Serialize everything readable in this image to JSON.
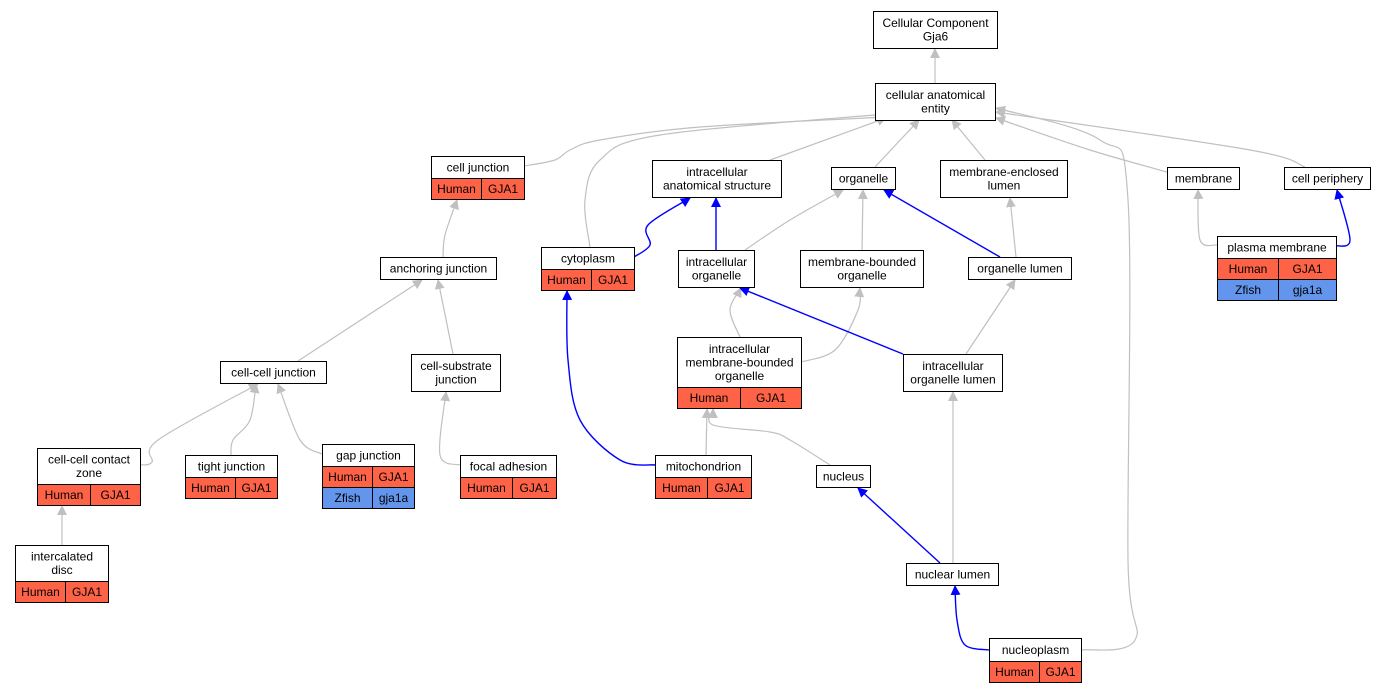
{
  "colors": {
    "human": "#ff6347",
    "zfish": "#6495ed",
    "edge_gray": "#c0c0c0",
    "edge_blue": "#0000ff",
    "node_border": "#000000"
  },
  "nodes": {
    "root": {
      "lines": [
        "Cellular Component",
        "Gja6"
      ]
    },
    "cae": {
      "lines": [
        "cellular anatomical",
        "entity"
      ]
    },
    "cell_junction": {
      "lines": [
        "cell junction"
      ],
      "rows": [
        [
          "Human",
          "GJA1"
        ]
      ]
    },
    "intracellular_as": {
      "lines": [
        "intracellular",
        "anatomical structure"
      ]
    },
    "organelle": {
      "lines": [
        "organelle"
      ]
    },
    "mel": {
      "lines": [
        "membrane-enclosed",
        "lumen"
      ]
    },
    "membrane": {
      "lines": [
        "membrane"
      ]
    },
    "cell_periphery": {
      "lines": [
        "cell periphery"
      ]
    },
    "anchoring_junction": {
      "lines": [
        "anchoring junction"
      ]
    },
    "cytoplasm": {
      "lines": [
        "cytoplasm"
      ],
      "rows": [
        [
          "Human",
          "GJA1"
        ]
      ]
    },
    "intracellular_org": {
      "lines": [
        "intracellular",
        "organelle"
      ]
    },
    "mbo": {
      "lines": [
        "membrane-bounded",
        "organelle"
      ]
    },
    "organelle_lumen": {
      "lines": [
        "organelle lumen"
      ]
    },
    "plasma_membrane": {
      "lines": [
        "plasma membrane"
      ],
      "rows": [
        [
          "Human",
          "GJA1"
        ],
        [
          "Zfish",
          "gja1a"
        ]
      ]
    },
    "cell_cell_junction": {
      "lines": [
        "cell-cell junction"
      ]
    },
    "cell_substrate": {
      "lines": [
        "cell-substrate",
        "junction"
      ]
    },
    "imbo": {
      "lines": [
        "intracellular",
        "membrane-bounded",
        "organelle"
      ],
      "rows": [
        [
          "Human",
          "GJA1"
        ]
      ]
    },
    "iol": {
      "lines": [
        "intracellular",
        "organelle lumen"
      ]
    },
    "ccc_zone": {
      "lines": [
        "cell-cell contact",
        "zone"
      ],
      "rows": [
        [
          "Human",
          "GJA1"
        ]
      ]
    },
    "tight_junction": {
      "lines": [
        "tight junction"
      ],
      "rows": [
        [
          "Human",
          "GJA1"
        ]
      ]
    },
    "gap_junction": {
      "lines": [
        "gap junction"
      ],
      "rows": [
        [
          "Human",
          "GJA1"
        ],
        [
          "Zfish",
          "gja1a"
        ]
      ]
    },
    "focal_adhesion": {
      "lines": [
        "focal adhesion"
      ],
      "rows": [
        [
          "Human",
          "GJA1"
        ]
      ]
    },
    "mitochondrion": {
      "lines": [
        "mitochondrion"
      ],
      "rows": [
        [
          "Human",
          "GJA1"
        ]
      ]
    },
    "nucleus": {
      "lines": [
        "nucleus"
      ]
    },
    "intercalated_disc": {
      "lines": [
        "intercalated",
        "disc"
      ],
      "rows": [
        [
          "Human",
          "GJA1"
        ]
      ]
    },
    "nuclear_lumen": {
      "lines": [
        "nuclear lumen"
      ]
    },
    "nucleoplasm": {
      "lines": [
        "nucleoplasm"
      ],
      "rows": [
        [
          "Human",
          "GJA1"
        ]
      ]
    }
  },
  "edges": [
    {
      "from": "cae",
      "to": "root",
      "color": "gray"
    },
    {
      "from": "cell_junction",
      "to": "cae",
      "color": "gray"
    },
    {
      "from": "intracellular_as",
      "to": "cae",
      "color": "gray"
    },
    {
      "from": "organelle",
      "to": "cae",
      "color": "gray"
    },
    {
      "from": "mel",
      "to": "cae",
      "color": "gray"
    },
    {
      "from": "membrane",
      "to": "cae",
      "color": "gray"
    },
    {
      "from": "cell_periphery",
      "to": "cae",
      "color": "gray"
    },
    {
      "from": "cytoplasm",
      "to": "cae",
      "color": "gray"
    },
    {
      "from": "nucleoplasm",
      "to": "cae",
      "color": "gray"
    },
    {
      "from": "anchoring_junction",
      "to": "cell_junction",
      "color": "gray"
    },
    {
      "from": "cytoplasm",
      "to": "intracellular_as",
      "color": "blue"
    },
    {
      "from": "intracellular_org",
      "to": "intracellular_as",
      "color": "blue"
    },
    {
      "from": "intracellular_org",
      "to": "organelle",
      "color": "gray"
    },
    {
      "from": "mbo",
      "to": "organelle",
      "color": "gray"
    },
    {
      "from": "organelle_lumen",
      "to": "organelle",
      "color": "blue"
    },
    {
      "from": "organelle_lumen",
      "to": "mel",
      "color": "gray"
    },
    {
      "from": "plasma_membrane",
      "to": "membrane",
      "color": "gray"
    },
    {
      "from": "plasma_membrane",
      "to": "cell_periphery",
      "color": "blue"
    },
    {
      "from": "cell_cell_junction",
      "to": "anchoring_junction",
      "color": "gray"
    },
    {
      "from": "cell_substrate",
      "to": "anchoring_junction",
      "color": "gray"
    },
    {
      "from": "imbo",
      "to": "intracellular_org",
      "color": "gray"
    },
    {
      "from": "imbo",
      "to": "mbo",
      "color": "gray"
    },
    {
      "from": "iol",
      "to": "intracellular_org",
      "color": "blue"
    },
    {
      "from": "iol",
      "to": "organelle_lumen",
      "color": "gray"
    },
    {
      "from": "ccc_zone",
      "to": "cell_cell_junction",
      "color": "gray"
    },
    {
      "from": "tight_junction",
      "to": "cell_cell_junction",
      "color": "gray"
    },
    {
      "from": "gap_junction",
      "to": "cell_cell_junction",
      "color": "gray"
    },
    {
      "from": "focal_adhesion",
      "to": "cell_substrate",
      "color": "gray"
    },
    {
      "from": "mitochondrion",
      "to": "cytoplasm",
      "color": "blue"
    },
    {
      "from": "mitochondrion",
      "to": "imbo",
      "color": "gray"
    },
    {
      "from": "nucleus",
      "to": "imbo",
      "color": "gray"
    },
    {
      "from": "intercalated_disc",
      "to": "ccc_zone",
      "color": "gray"
    },
    {
      "from": "nuclear_lumen",
      "to": "nucleus",
      "color": "blue"
    },
    {
      "from": "nuclear_lumen",
      "to": "iol",
      "color": "gray"
    },
    {
      "from": "nucleoplasm",
      "to": "nuclear_lumen",
      "color": "blue"
    }
  ]
}
